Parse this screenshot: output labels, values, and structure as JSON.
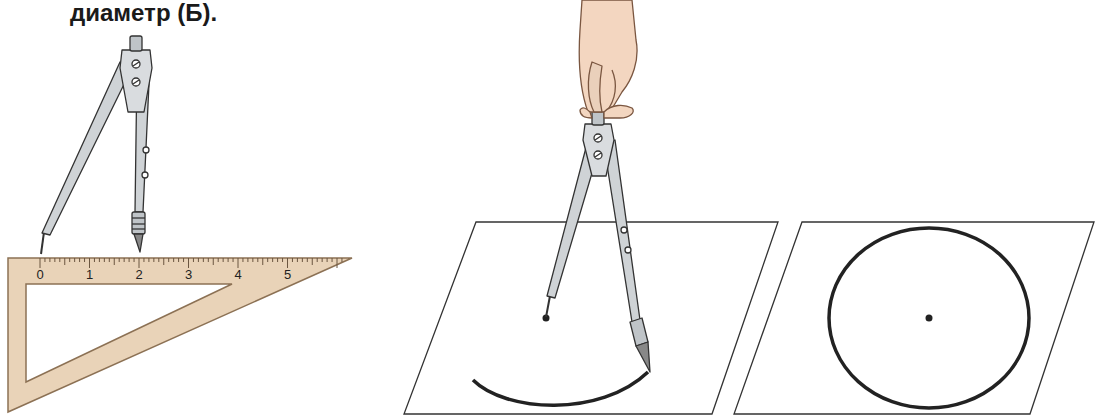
{
  "diagram": {
    "labels": [
      "диаметр (Б).",
      "0",
      "1",
      "2",
      "3",
      "4",
      "5"
    ]
  }
}
